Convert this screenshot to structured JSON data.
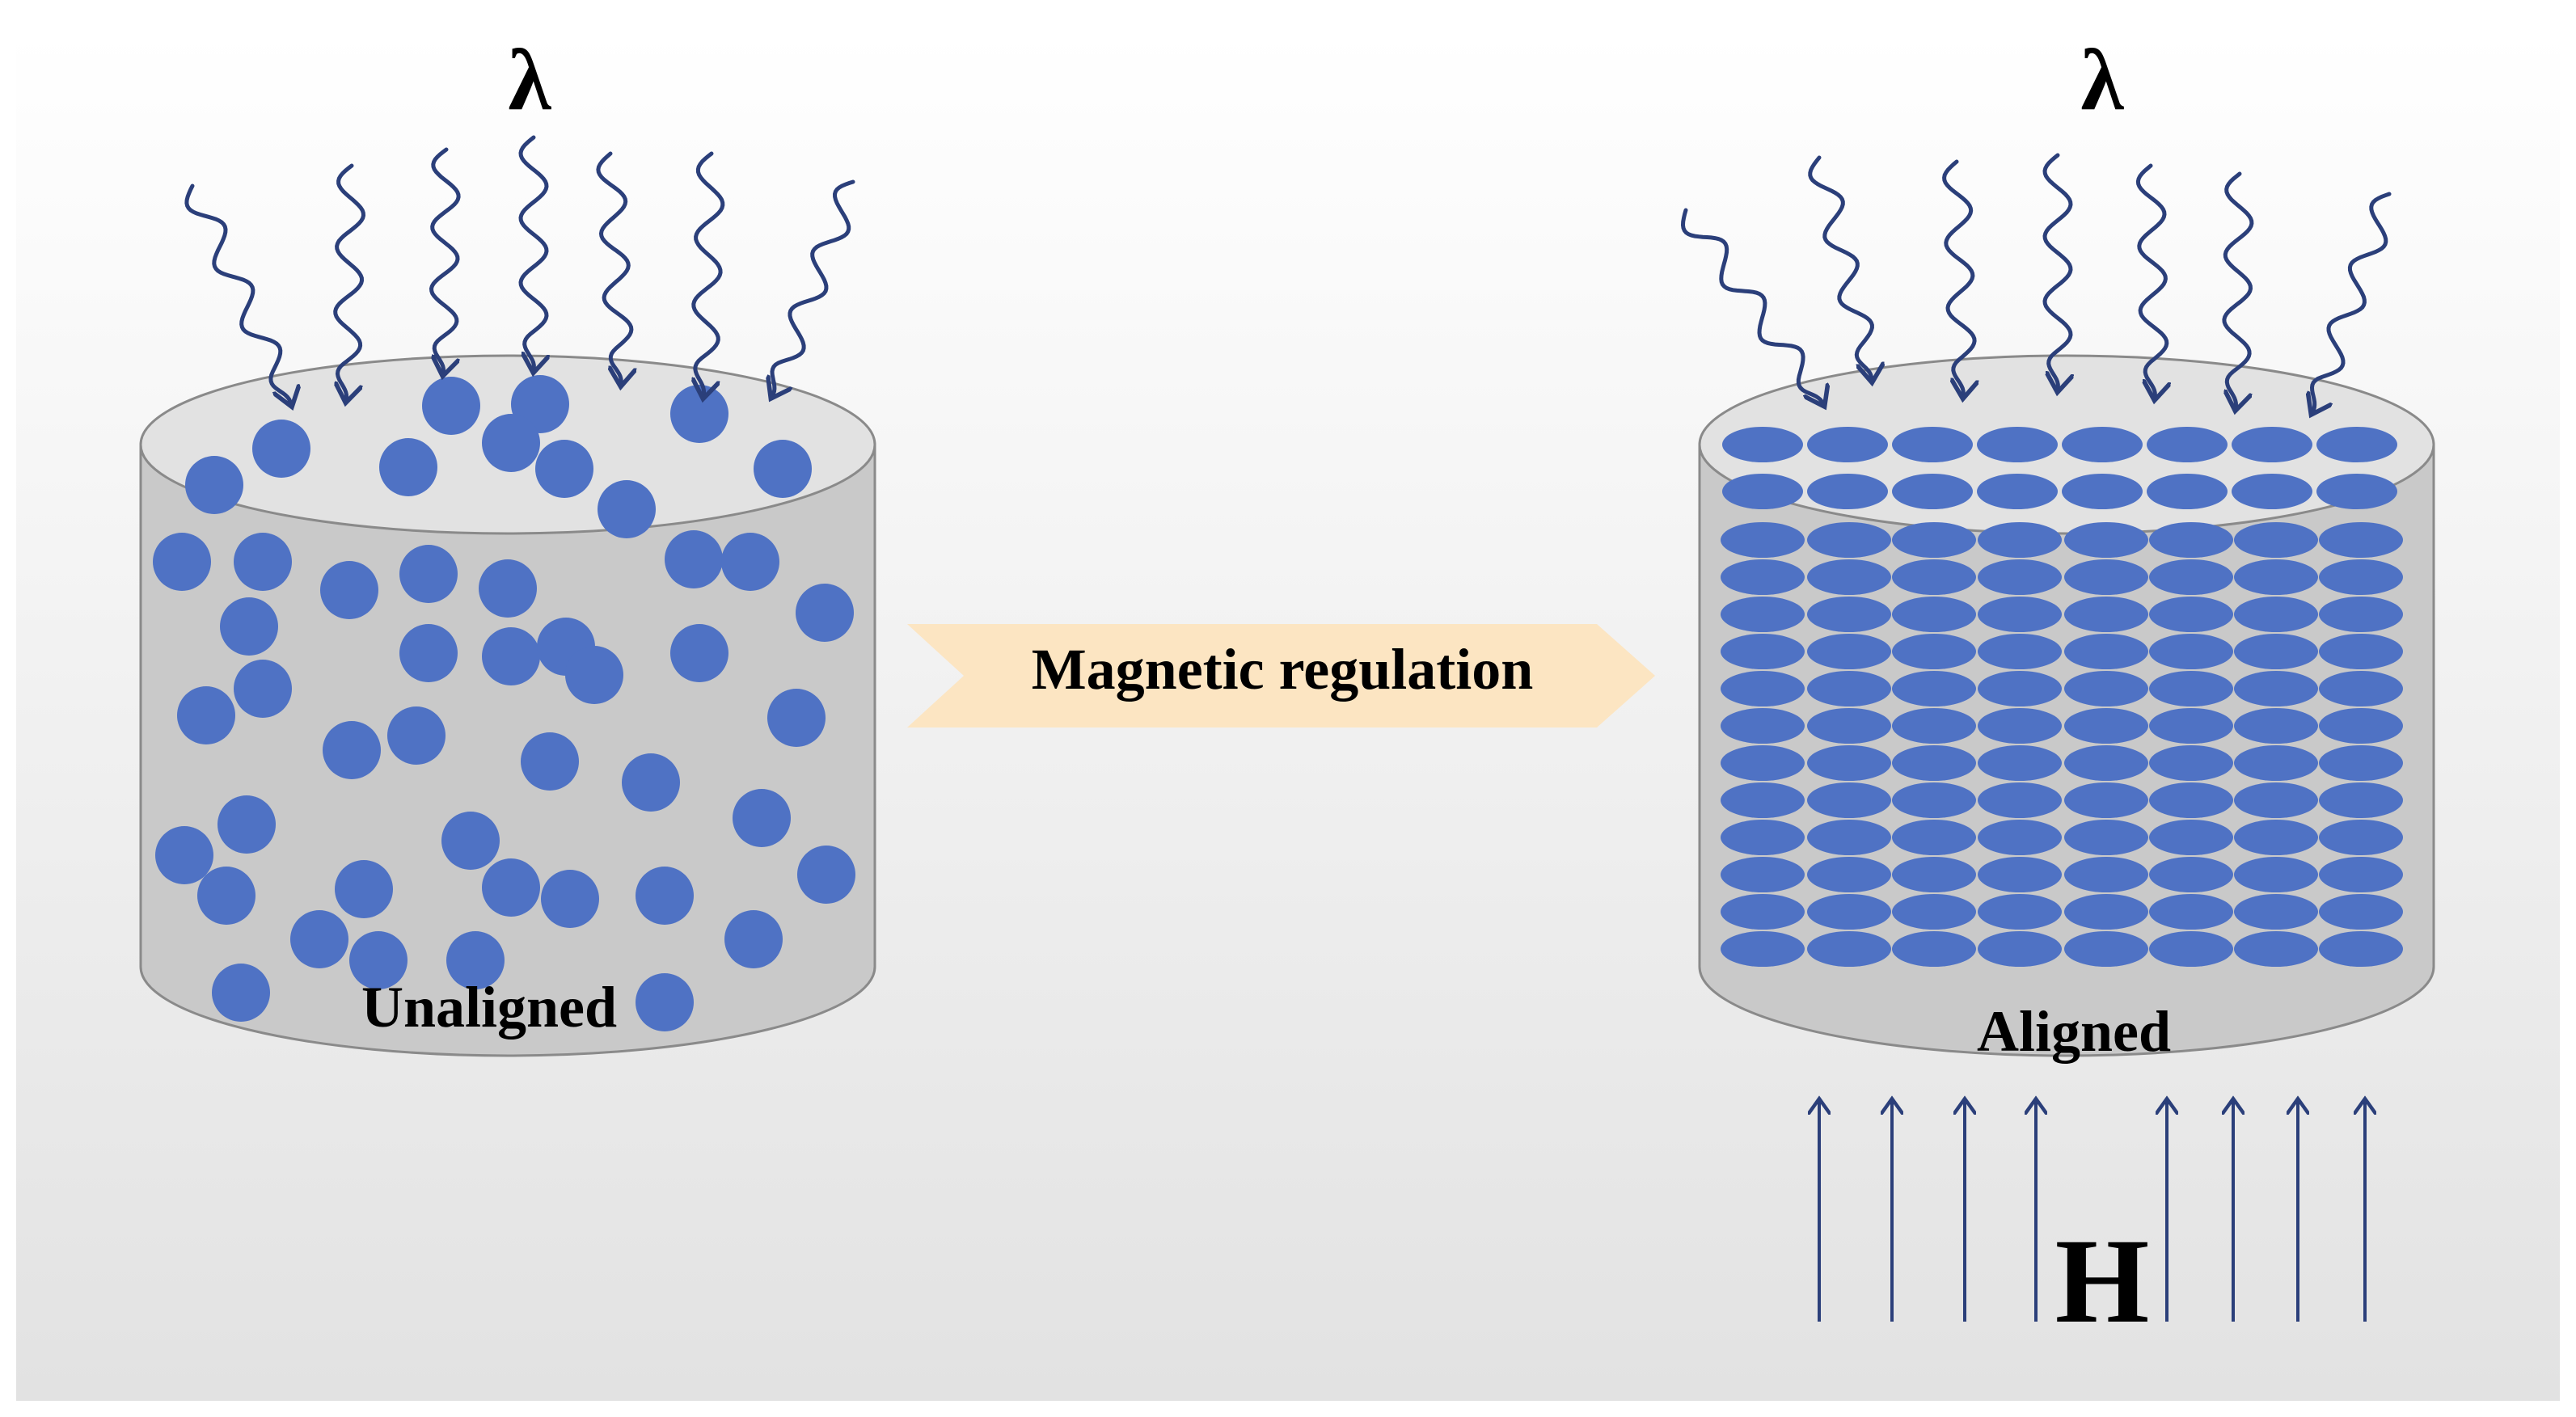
{
  "diagram": {
    "left_panel": {
      "wavelength_symbol": "λ",
      "label": "Unaligned"
    },
    "transition": {
      "label": "Magnetic regulation"
    },
    "right_panel": {
      "wavelength_symbol": "λ",
      "label": "Aligned",
      "field_symbol": "H"
    }
  },
  "colors": {
    "particle": "#4F72C4",
    "arrow": "#2B3F7A",
    "cylinder_body": "#C9C9C9",
    "cylinder_top": "#E2E2E2",
    "transition_arrow": "#FCE5C2",
    "background_bottom": "#E3E3E3"
  }
}
